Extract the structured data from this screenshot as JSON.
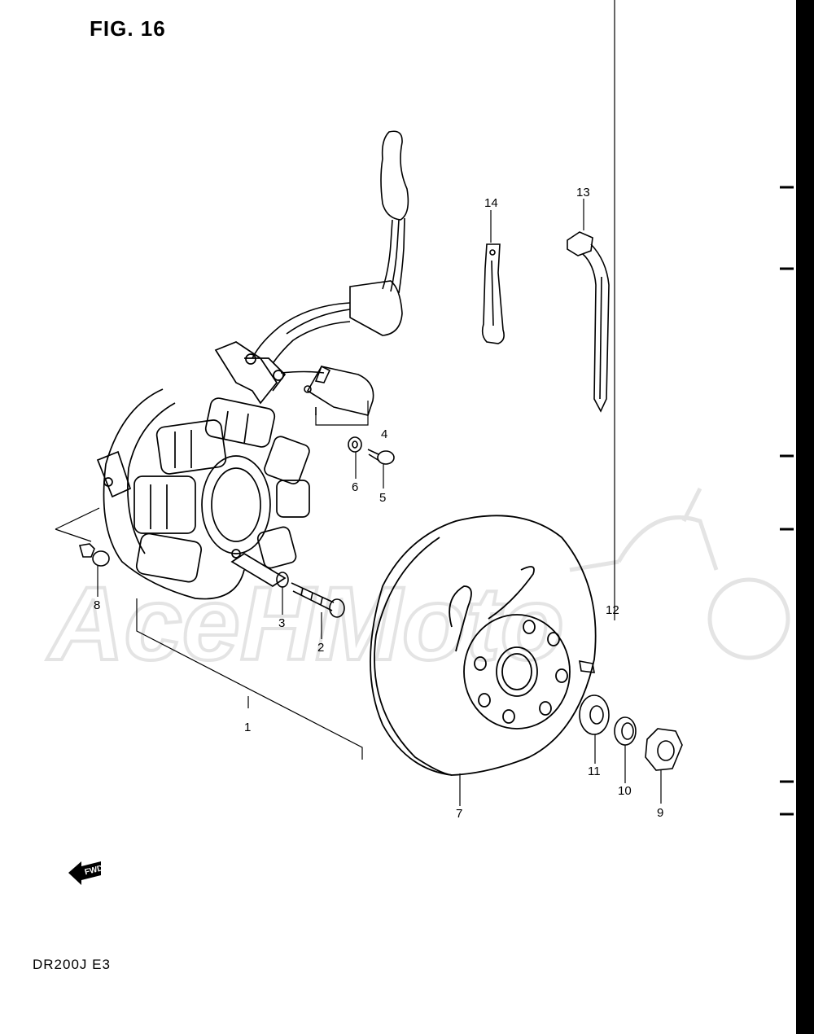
{
  "figure": {
    "title": "FIG. 16",
    "model_code": "DR200J  E3"
  },
  "watermark": {
    "text": "AceHMoto"
  },
  "orientation_badge": {
    "label": "FWD",
    "icon": "arrow-left-icon"
  },
  "callouts": {
    "c1": "1",
    "c2": "2",
    "c3": "3",
    "c4": "4",
    "c5": "5",
    "c6": "6",
    "c7": "7",
    "c8": "8",
    "c9": "9",
    "c10": "10",
    "c11": "11",
    "c12": "12",
    "c13": "13",
    "c14": "14"
  },
  "colors": {
    "line": "#000000",
    "watermark": "#e4e4e4",
    "background": "#ffffff"
  }
}
